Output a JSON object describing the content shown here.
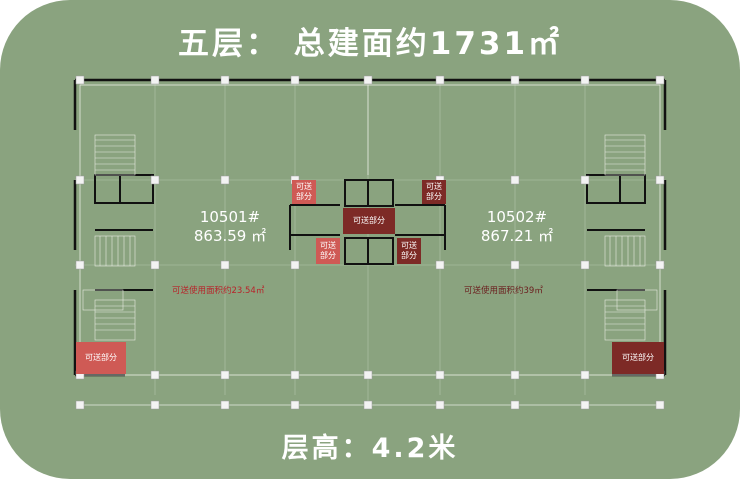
{
  "title": "五层： 总建面约1731㎡",
  "footer": "层高：4.2米",
  "units": [
    {
      "id": "10501#",
      "area": "863.59 ㎡",
      "note": "可送使用面积约23.54㎡"
    },
    {
      "id": "10502#",
      "area": "867.21 ㎡",
      "note": "可送使用面积约39㎡"
    }
  ],
  "tags": {
    "extra_small": "可送\n部分",
    "extra": "可送部分"
  },
  "colors": {
    "background": "#8aa37f",
    "tag_red": "#cf5a55",
    "tag_dark": "#7d2a26",
    "note_text": "#b8232a"
  }
}
